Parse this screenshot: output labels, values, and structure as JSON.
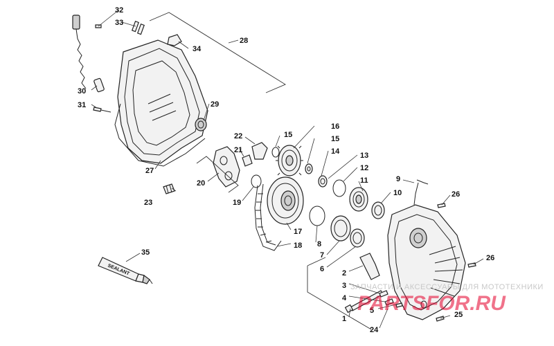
{
  "diagram": {
    "callouts": [
      "1",
      "2",
      "3",
      "4",
      "5",
      "6",
      "7",
      "8",
      "9",
      "10",
      "11",
      "12",
      "13",
      "14",
      "15",
      "16",
      "17",
      "18",
      "19",
      "20",
      "21",
      "22",
      "23",
      "24",
      "25",
      "26",
      "27",
      "28",
      "29",
      "30",
      "31",
      "32",
      "33",
      "34",
      "35"
    ],
    "second_labels": {
      "15": "15",
      "26": "26"
    },
    "sealant_label": "SEALANT",
    "watermark": {
      "line": "ЗАПЧАСТИ И АКСЕССУАРЫ ДЛЯ МОТОТЕХНИКИ",
      "logo": "PARTSFOR.RU"
    }
  },
  "colors": {
    "line": "#222222",
    "watermark_logo": "#e4002b",
    "watermark_text": "#c8c8c8"
  }
}
